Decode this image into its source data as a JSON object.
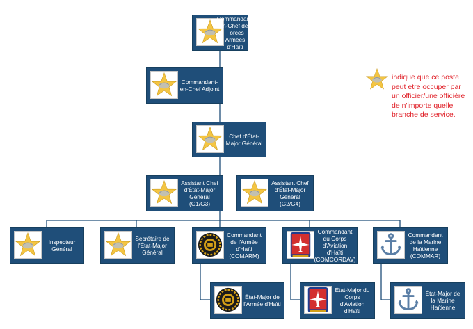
{
  "colors": {
    "box": "#1f4e79",
    "box_text": "#ffffff",
    "line": "#1f4e79",
    "legend_text": "#e0222a",
    "star": "#f4c542"
  },
  "nodes": [
    {
      "id": "commandant-en-chef",
      "label": "Commandant-en-Chef des Forces Armées d'Haïti",
      "icon": "star-insignia-icon"
    },
    {
      "id": "commandant-en-chef-adjoint",
      "label": "Commandant-en-Chef Adjoint",
      "icon": "star-insignia-icon"
    },
    {
      "id": "chef-etat-major-general",
      "label": "Chef d'État-Major Général",
      "icon": "star-insignia-icon"
    },
    {
      "id": "assistant-chef-g1g3",
      "label": "Assistant Chef d'État-Major Général (G1/G3)",
      "icon": "star-insignia-icon"
    },
    {
      "id": "assistant-chef-g2g4",
      "label": "Assistant Chef d'État-Major Général (G2/G4)",
      "icon": "star-insignia-icon"
    },
    {
      "id": "inspecteur-general",
      "label": "Inspecteur Général",
      "icon": "star-insignia-icon"
    },
    {
      "id": "secretaire-etat-major",
      "label": "Secrétaire de l'État-Major Général",
      "icon": "star-insignia-icon"
    },
    {
      "id": "comarm",
      "label": "Commandant de l'Armée d'Haïti (COMARM)",
      "icon": "army-emblem-icon"
    },
    {
      "id": "comcordav",
      "label": "Commandant du Corps d'Aviation d'Haïti (COMCORDAV)",
      "icon": "aviation-emblem-icon"
    },
    {
      "id": "commar",
      "label": "Commandant de la Marine Haïtienne (COMMAR)",
      "icon": "anchor-icon"
    },
    {
      "id": "em-armee",
      "label": "État-Major de l'Armée d'Haïti",
      "icon": "army-emblem-icon"
    },
    {
      "id": "em-aviation",
      "label": "État-Major du Corps d'Aviation d'Haïti",
      "icon": "aviation-emblem-icon"
    },
    {
      "id": "em-marine",
      "label": "État-Major de la Marine Haïtienne",
      "icon": "anchor-icon"
    }
  ],
  "legend": {
    "icon": "star-insignia-icon",
    "text": "indique que ce poste peut etre occuper par un officier/une officière de n'importe quelle branche de service."
  }
}
